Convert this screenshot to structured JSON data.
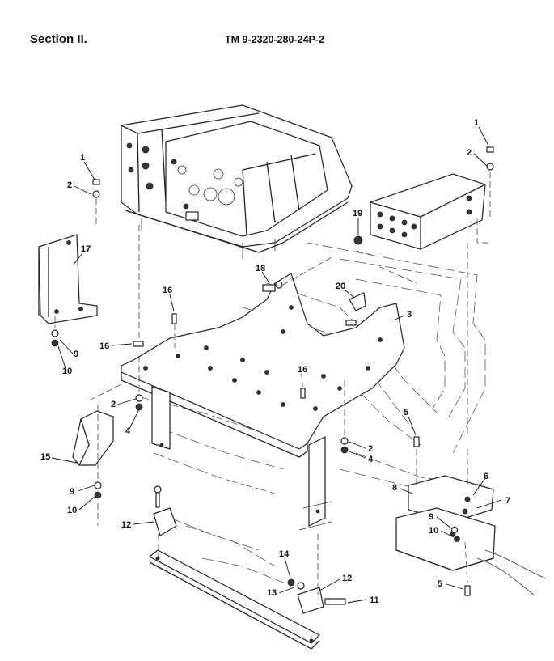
{
  "header": {
    "section": "Section II.",
    "tm_number": "TM 9-2320-280-24P-2"
  },
  "callouts": {
    "c1a": "1",
    "c1b": "1",
    "c2a": "2",
    "c2b": "2",
    "c2c": "2",
    "c2d": "2",
    "c3": "3",
    "c4a": "4",
    "c4b": "4",
    "c5a": "5",
    "c5b": "5",
    "c6": "6",
    "c7": "7",
    "c8": "8",
    "c9a": "9",
    "c9b": "9",
    "c9c": "9",
    "c10a": "10",
    "c10b": "10",
    "c10c": "10",
    "c11": "11",
    "c12a": "12",
    "c12b": "12",
    "c13": "13",
    "c14": "14",
    "c15": "15",
    "c16a": "16",
    "c16b": "16",
    "c16c": "16",
    "c17": "17",
    "c18": "18",
    "c19": "19",
    "c20": "20"
  }
}
